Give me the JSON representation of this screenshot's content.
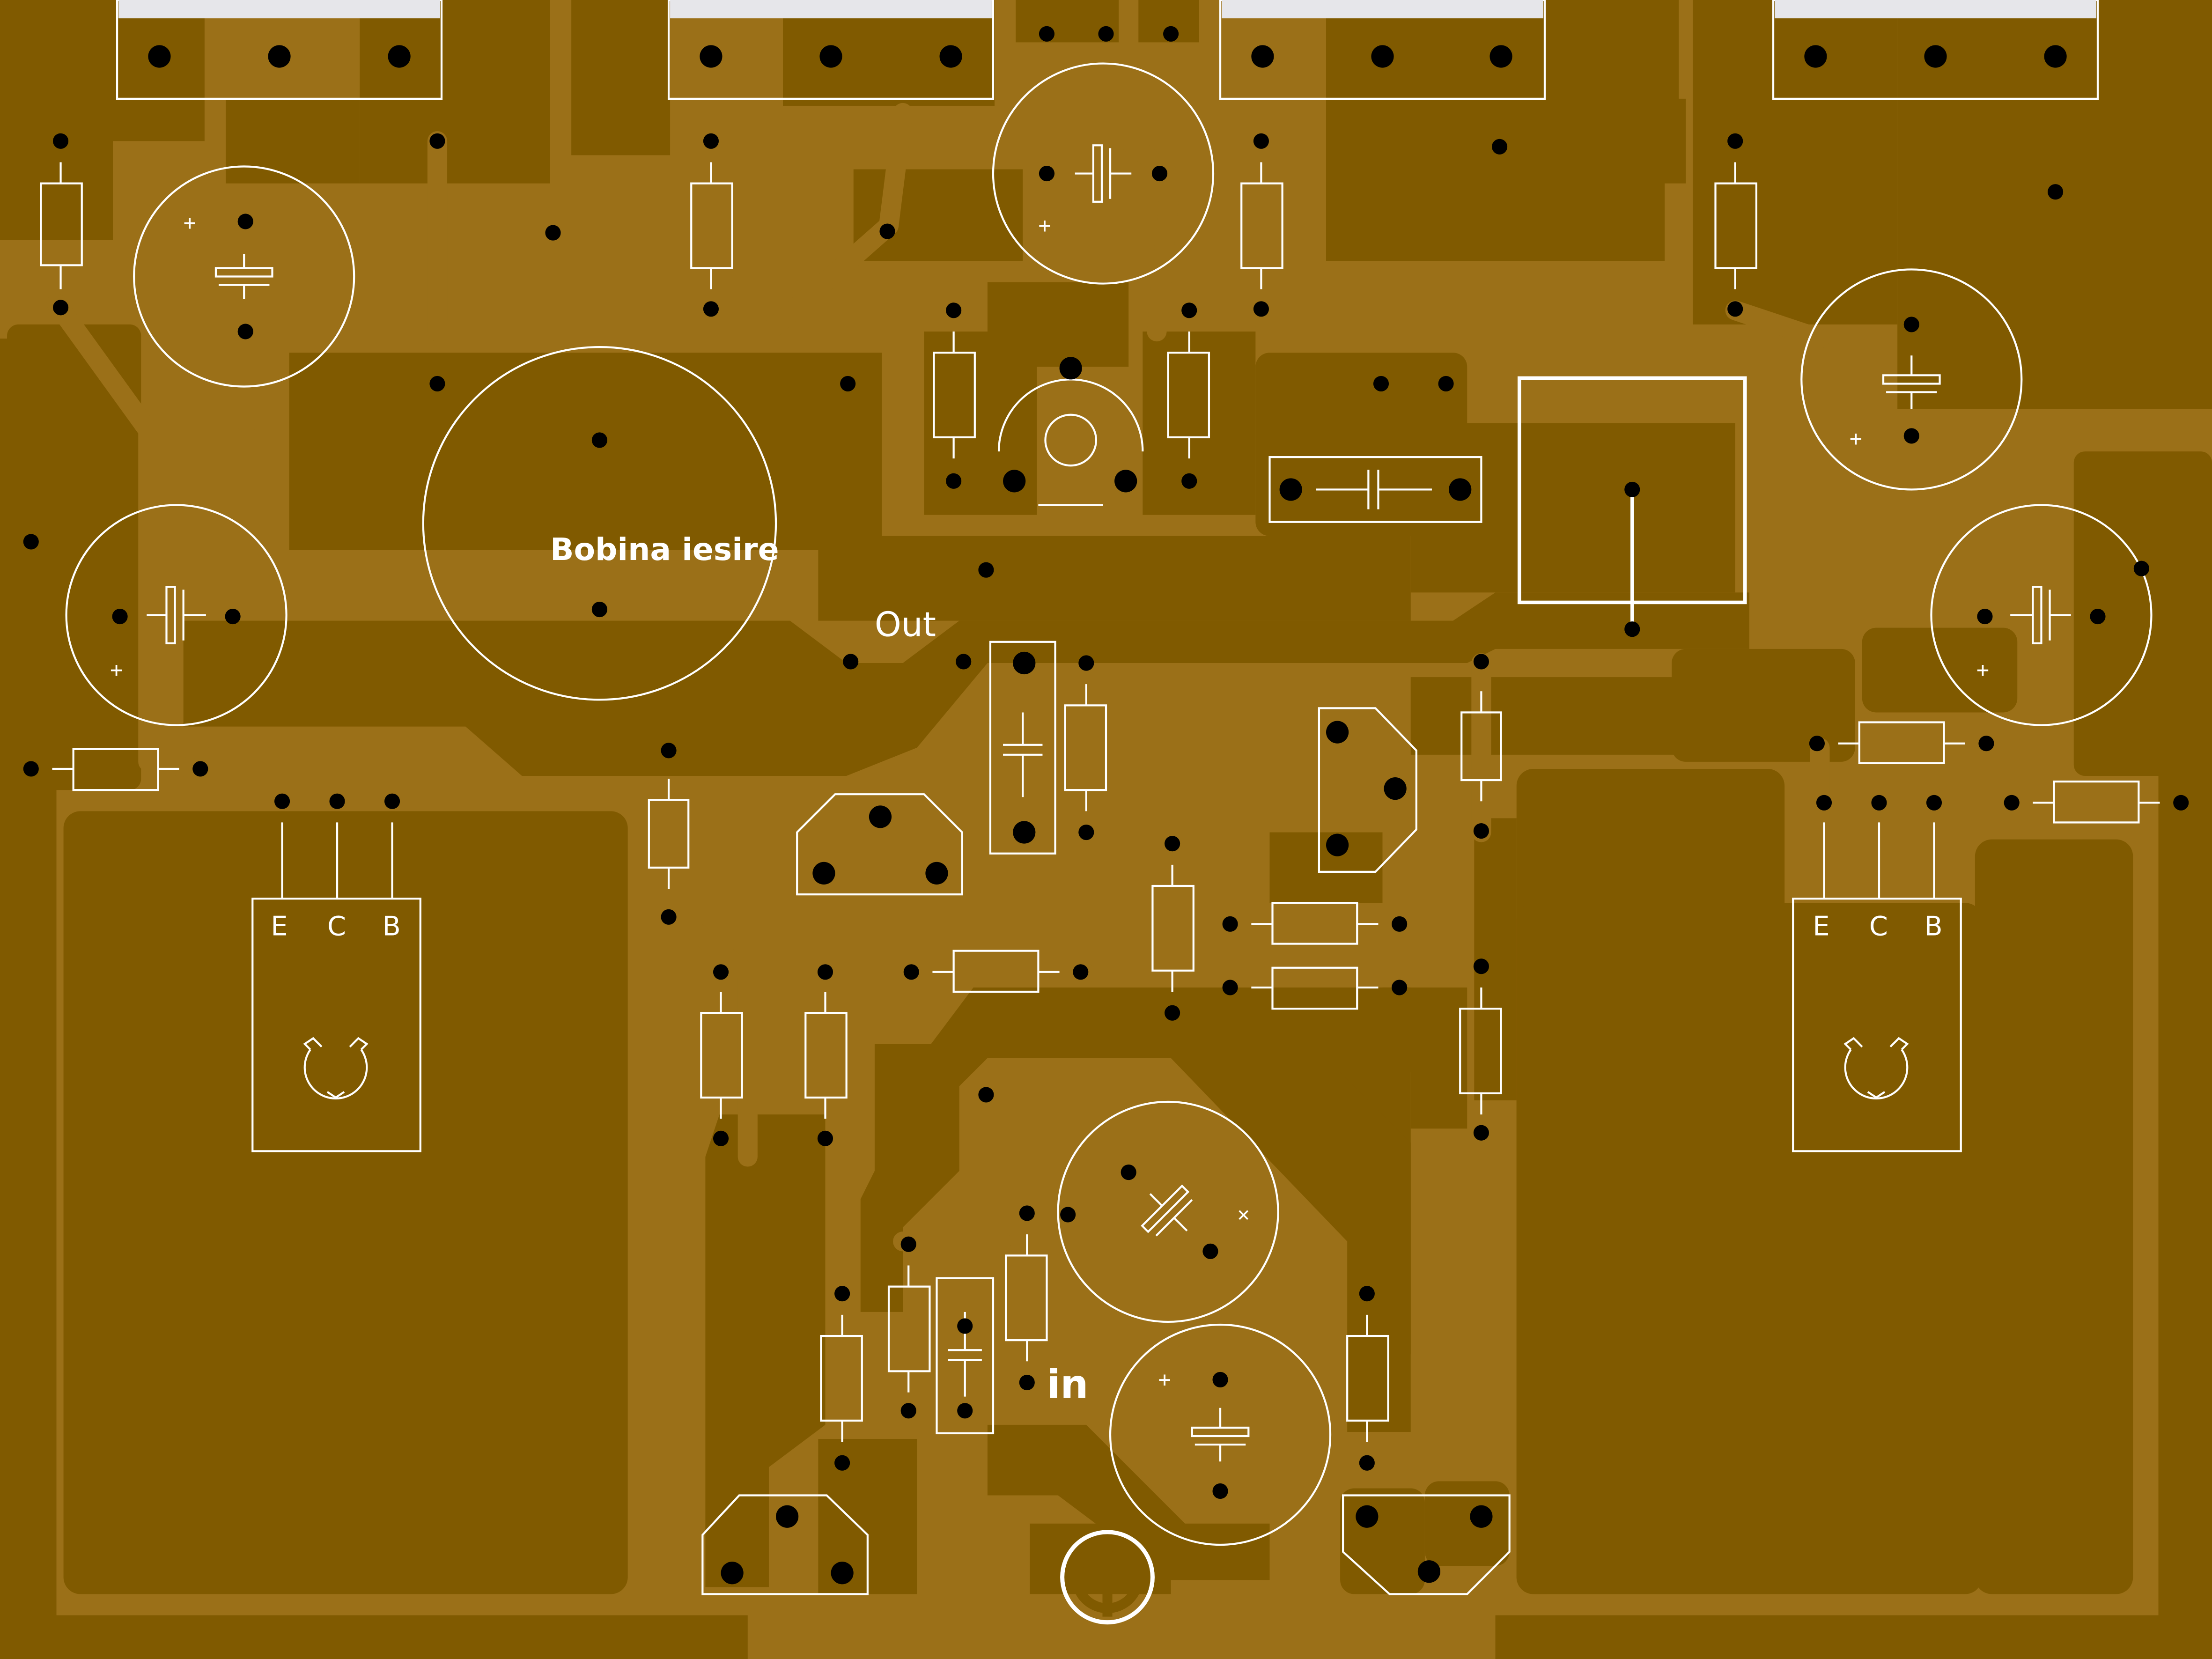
{
  "board": {
    "colors": {
      "substrate": "#9b7018",
      "copper": "#805a00",
      "silk": "#ffffff",
      "drill": "#000000",
      "header_tab": "#e6e6ea"
    }
  },
  "labels": {
    "coil": "Bobina iesire",
    "out": "Out",
    "in": "in",
    "left_transistor": {
      "e": "E",
      "c": "C",
      "b": "B"
    },
    "right_transistor": {
      "e": "E",
      "c": "C",
      "b": "B"
    }
  },
  "polarity": {
    "plus": "+",
    "cross": "×"
  },
  "components": {
    "transistor_icon": "to3-transistor-outline",
    "resistor_icon": "resistor-rectangle",
    "capacitor_icon": "capacitor-symbol",
    "electrolytic_icon": "electrolytic-capacitor-circle",
    "header_icon": "three-pin-header",
    "mount_icon": "mounting-hole-target"
  }
}
